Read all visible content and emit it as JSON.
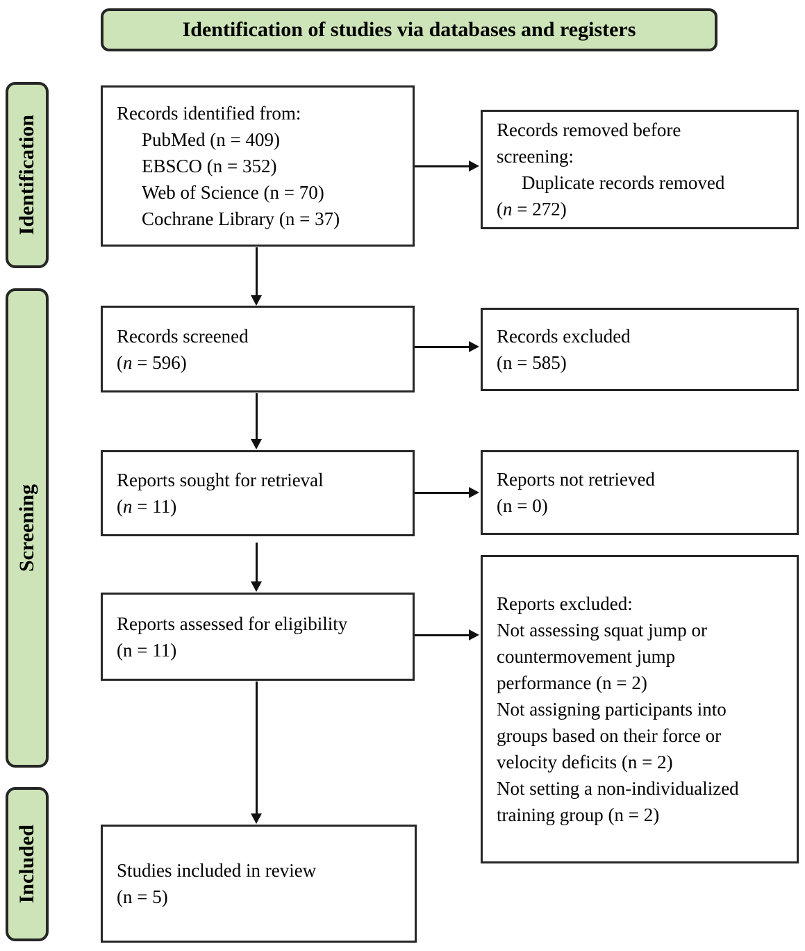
{
  "header": {
    "title": "Identification of studies via databases and registers"
  },
  "stages": [
    {
      "label": "Identification"
    },
    {
      "label": "Screening"
    },
    {
      "label": "Included"
    }
  ],
  "colors": {
    "stage_fill": "#cde4b8",
    "border": "#262626",
    "arrow": "#111111"
  },
  "boxes": {
    "records_identified": {
      "lines": [
        {
          "parts": [
            {
              "t": "Records identified from:"
            }
          ]
        },
        {
          "indent": true,
          "parts": [
            {
              "t": "PubMed (n = 409)"
            }
          ]
        },
        {
          "indent": true,
          "parts": [
            {
              "t": "EBSCO (n = 352)"
            }
          ]
        },
        {
          "indent": true,
          "parts": [
            {
              "t": "Web of Science (n = 70)"
            }
          ]
        },
        {
          "indent": true,
          "parts": [
            {
              "t": "Cochrane Library (n = 37)"
            }
          ]
        }
      ]
    },
    "records_removed": {
      "lines": [
        {
          "parts": [
            {
              "t": "Records removed before"
            }
          ]
        },
        {
          "parts": [
            {
              "t": "screening:"
            }
          ]
        },
        {
          "indent": true,
          "parts": [
            {
              "t": "Duplicate records removed"
            }
          ]
        },
        {
          "parts": [
            {
              "t": "("
            },
            {
              "t": "n",
              "i": true
            },
            {
              "t": " = 272)"
            }
          ]
        }
      ]
    },
    "records_screened": {
      "lines": [
        {
          "parts": [
            {
              "t": "Records screened"
            }
          ]
        },
        {
          "parts": [
            {
              "t": "("
            },
            {
              "t": "n",
              "i": true
            },
            {
              "t": " = 596)"
            }
          ]
        }
      ]
    },
    "records_excluded": {
      "lines": [
        {
          "parts": [
            {
              "t": "Records excluded"
            }
          ]
        },
        {
          "parts": [
            {
              "t": "(n = 585)"
            }
          ]
        }
      ]
    },
    "reports_sought": {
      "lines": [
        {
          "parts": [
            {
              "t": "Reports sought for retrieval"
            }
          ]
        },
        {
          "parts": [
            {
              "t": "("
            },
            {
              "t": "n",
              "i": true
            },
            {
              "t": " = 11)"
            }
          ]
        }
      ]
    },
    "reports_not_retrieved": {
      "lines": [
        {
          "parts": [
            {
              "t": "Reports not retrieved"
            }
          ]
        },
        {
          "parts": [
            {
              "t": "(n = 0)"
            }
          ]
        }
      ]
    },
    "reports_assessed": {
      "lines": [
        {
          "parts": [
            {
              "t": "Reports assessed for eligibility"
            }
          ]
        },
        {
          "parts": [
            {
              "t": "(n = 11)"
            }
          ]
        }
      ]
    },
    "reports_excluded_reasons": {
      "lines": [
        {
          "parts": [
            {
              "t": "Reports excluded:"
            }
          ]
        },
        {
          "parts": [
            {
              "t": "Not assessing squat jump or"
            }
          ]
        },
        {
          "parts": [
            {
              "t": "countermovement jump"
            }
          ]
        },
        {
          "parts": [
            {
              "t": "performance (n = 2)"
            }
          ]
        },
        {
          "parts": [
            {
              "t": "Not assigning participants into"
            }
          ]
        },
        {
          "parts": [
            {
              "t": "groups based on their force or"
            }
          ]
        },
        {
          "parts": [
            {
              "t": "velocity deficits (n = 2)"
            }
          ]
        },
        {
          "parts": [
            {
              "t": "Not setting a non-individualized"
            }
          ]
        },
        {
          "parts": [
            {
              "t": "training group (n = 2)"
            }
          ]
        }
      ]
    },
    "studies_included": {
      "lines": [
        {
          "parts": [
            {
              "t": "Studies included in review"
            }
          ]
        },
        {
          "parts": [
            {
              "t": "(n = 5)"
            }
          ]
        }
      ]
    }
  }
}
